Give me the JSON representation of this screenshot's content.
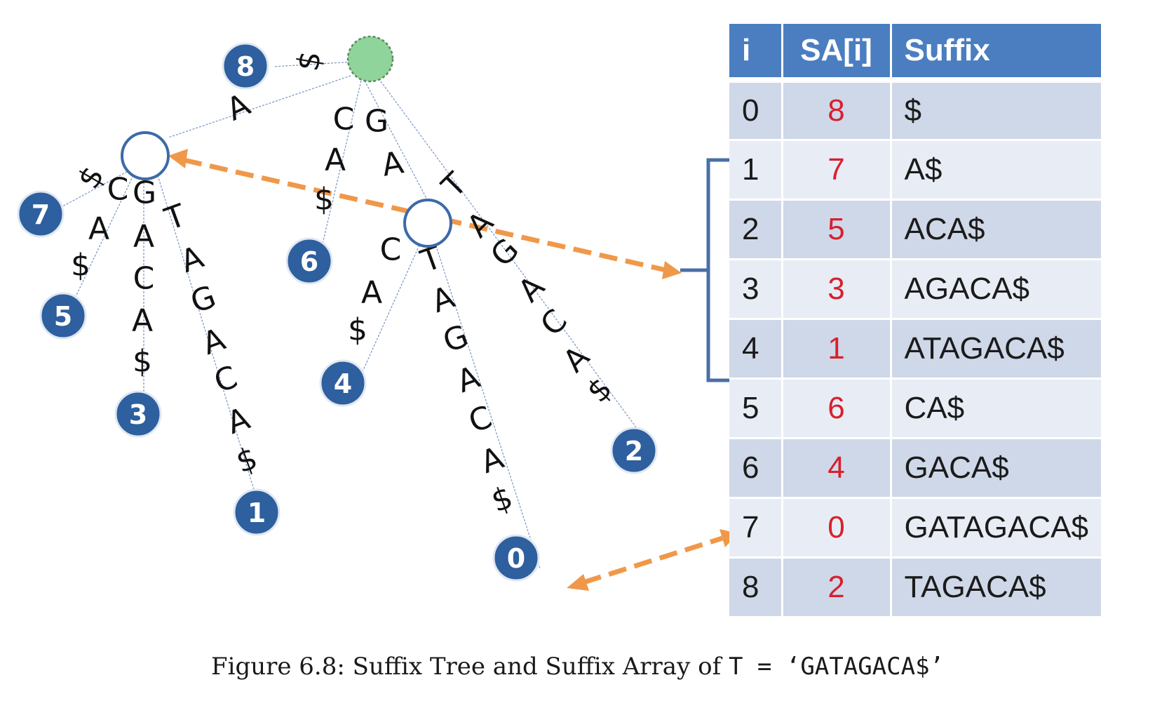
{
  "tree": {
    "edge_labels": [
      {
        "id": "root-8",
        "text": "$"
      },
      {
        "id": "root-A",
        "text": "A"
      },
      {
        "id": "root-CA-1",
        "text": "C"
      },
      {
        "id": "root-CA-2",
        "text": "A"
      },
      {
        "id": "root-CA-3",
        "text": "$"
      },
      {
        "id": "root-GA-1",
        "text": "G"
      },
      {
        "id": "root-GA-2",
        "text": "A"
      },
      {
        "id": "root-T-1",
        "text": "T"
      },
      {
        "id": "root-T-2",
        "text": "A"
      },
      {
        "id": "root-T-3",
        "text": "G"
      },
      {
        "id": "root-T-4",
        "text": "A"
      },
      {
        "id": "root-T-5",
        "text": "C"
      },
      {
        "id": "root-T-6",
        "text": "A"
      },
      {
        "id": "root-T-7",
        "text": "$"
      },
      {
        "id": "A-7",
        "text": "$"
      },
      {
        "id": "A-C-1",
        "text": "C"
      },
      {
        "id": "A-C-2",
        "text": "A"
      },
      {
        "id": "A-C-3",
        "text": "$"
      },
      {
        "id": "A-G-1",
        "text": "G"
      },
      {
        "id": "A-G-2",
        "text": "A"
      },
      {
        "id": "A-G-3",
        "text": "C"
      },
      {
        "id": "A-G-4",
        "text": "A"
      },
      {
        "id": "A-G-5",
        "text": "$"
      },
      {
        "id": "A-T-1",
        "text": "T"
      },
      {
        "id": "A-T-2",
        "text": "A"
      },
      {
        "id": "A-T-3",
        "text": "G"
      },
      {
        "id": "A-T-4",
        "text": "A"
      },
      {
        "id": "A-T-5",
        "text": "C"
      },
      {
        "id": "A-T-6",
        "text": "A"
      },
      {
        "id": "A-T-7",
        "text": "$"
      },
      {
        "id": "GA-C-1",
        "text": "C"
      },
      {
        "id": "GA-C-2",
        "text": "A"
      },
      {
        "id": "GA-C-3",
        "text": "$"
      },
      {
        "id": "GA-T-1",
        "text": "T"
      },
      {
        "id": "GA-T-2",
        "text": "A"
      },
      {
        "id": "GA-T-3",
        "text": "G"
      },
      {
        "id": "GA-T-4",
        "text": "A"
      },
      {
        "id": "GA-T-5",
        "text": "C"
      },
      {
        "id": "GA-T-6",
        "text": "A"
      },
      {
        "id": "GA-T-7",
        "text": "$"
      }
    ],
    "leaves": [
      {
        "id": "leaf-8",
        "label": "8"
      },
      {
        "id": "leaf-7",
        "label": "7"
      },
      {
        "id": "leaf-5",
        "label": "5"
      },
      {
        "id": "leaf-3",
        "label": "3"
      },
      {
        "id": "leaf-1",
        "label": "1"
      },
      {
        "id": "leaf-6",
        "label": "6"
      },
      {
        "id": "leaf-4",
        "label": "4"
      },
      {
        "id": "leaf-0",
        "label": "0"
      },
      {
        "id": "leaf-2",
        "label": "2"
      }
    ]
  },
  "table": {
    "headers": [
      "i",
      "SA[i]",
      "Suffix"
    ],
    "rows": [
      {
        "i": "0",
        "sa": "8",
        "suffix": "$"
      },
      {
        "i": "1",
        "sa": "7",
        "suffix": "A$"
      },
      {
        "i": "2",
        "sa": "5",
        "suffix": "ACA$"
      },
      {
        "i": "3",
        "sa": "3",
        "suffix": "AGACA$"
      },
      {
        "i": "4",
        "sa": "1",
        "suffix": "ATAGACA$"
      },
      {
        "i": "5",
        "sa": "6",
        "suffix": "CA$"
      },
      {
        "i": "6",
        "sa": "4",
        "suffix": "GACA$"
      },
      {
        "i": "7",
        "sa": "0",
        "suffix": "GATAGACA$"
      },
      {
        "i": "8",
        "sa": "2",
        "suffix": "TAGACA$"
      }
    ],
    "sa_color": "#d8202e",
    "header_color": "#4a7ec0"
  },
  "caption": {
    "prefix": "Figure 6.8: Suffix Tree and Suffix Array of ",
    "code": "T = ‘GATAGACA$’"
  }
}
